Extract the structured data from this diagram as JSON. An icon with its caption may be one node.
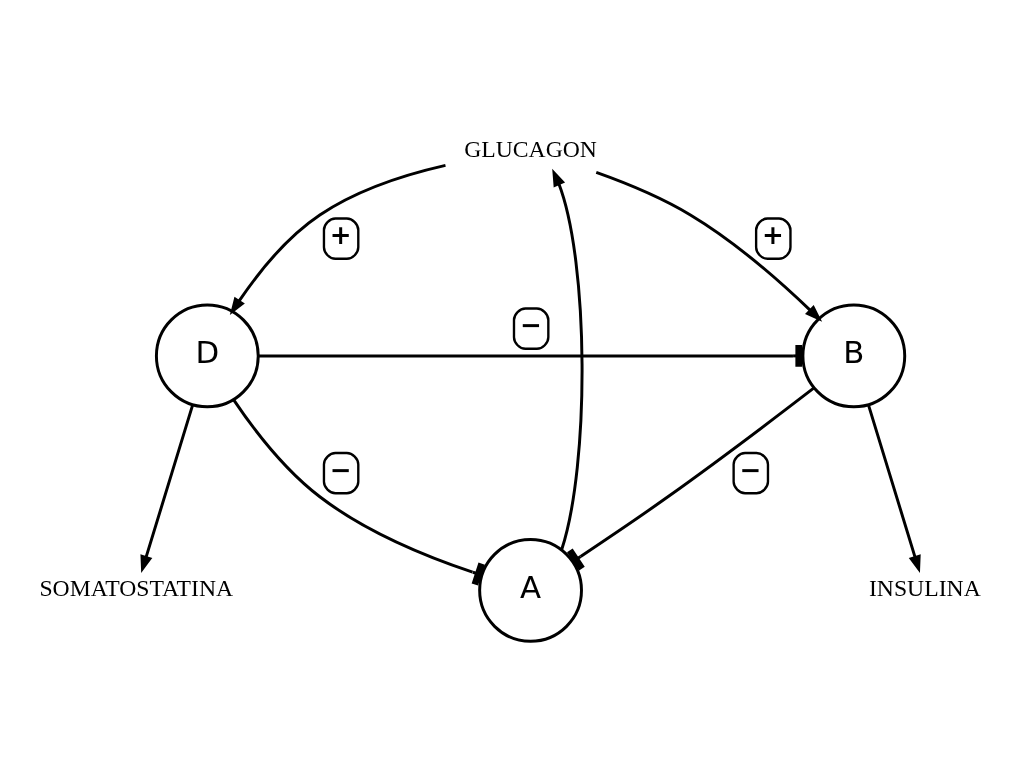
{
  "diagram": {
    "nodes": [
      {
        "text": [
          "GLUCAGON"
        ]
      },
      {
        "text": [
          "A"
        ]
      },
      {
        "text": [
          "B"
        ]
      },
      {
        "text": [
          "D"
        ]
      },
      {
        "text": [
          "INSULINA"
        ]
      },
      {
        "text": [
          "SOMATOSTATINA"
        ]
      }
    ],
    "edges": [
      {
        "from": 1,
        "to": 0,
        "arrow": "to"
      },
      {
        "from": 0,
        "to": 2,
        "arrow": "to",
        "label": "+"
      },
      {
        "from": 0,
        "to": 3,
        "arrow": "to",
        "label": "+"
      },
      {
        "from": 2,
        "to": 1,
        "arrow": "other",
        "label": "−"
      },
      {
        "from": 3,
        "to": 1,
        "arrow": "other",
        "label": "−"
      },
      {
        "from": 3,
        "to": 2,
        "arrow": "other",
        "label": "−"
      },
      {
        "from": 2,
        "to": 4,
        "arrow": "to"
      },
      {
        "from": 3,
        "to": 5,
        "arrow": "to"
      }
    ]
  }
}
